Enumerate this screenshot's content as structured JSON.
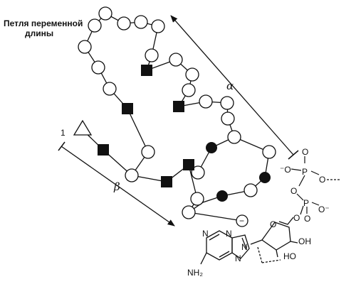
{
  "loop_label": {
    "line1": "Петля переменной",
    "line2": "длины"
  },
  "arrows": {
    "alpha": "α",
    "beta": "β",
    "start_number": "1"
  },
  "phosphate": {
    "o_left": "⁻O",
    "p1": "P",
    "o1_top": "O",
    "o1_right": "O",
    "bridge_o": "O",
    "p2": "P",
    "o2_bottom": "O",
    "o2_right": "O⁻",
    "o_ester": "O"
  },
  "nucleotide": {
    "amine": "NH₂",
    "n1": "N",
    "n3": "N",
    "n7": "N",
    "n9": "N",
    "ring_o": "O",
    "oh_right": "OH",
    "ho_bottom": "HO",
    "charge": "−"
  },
  "colors": {
    "ink": "#111111",
    "background": "#ffffff"
  }
}
